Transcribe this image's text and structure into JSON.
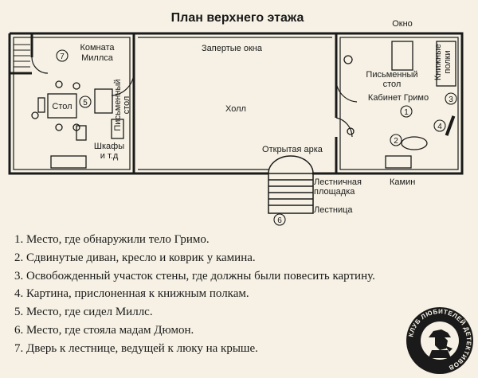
{
  "title": "План верхнего этажа",
  "labels": {
    "window": "Окно",
    "mills_room_1": "Комната",
    "mills_room_2": "Миллса",
    "locked_windows": "Запертые окна",
    "mills_desk_1": "Письменный",
    "mills_desk_2": "стол",
    "table": "Стол",
    "cabinets_1": "Шкафы",
    "cabinets_2": "и т.д",
    "hall": "Холл",
    "open_arch": "Открытая арка",
    "landing_1": "Лестничная",
    "landing_2": "площадка",
    "stairs": "Лестница",
    "grimaud_desk_1": "Письменный",
    "grimaud_desk_2": "стол",
    "bookshelves_1": "Книжные",
    "bookshelves_2": "полки",
    "grimaud_study": "Кабинет Гримо",
    "fireplace": "Камин"
  },
  "markers": [
    "1",
    "2",
    "3",
    "4",
    "5",
    "6",
    "7"
  ],
  "legend": [
    "1. Место, где обнаружили тело Гримо.",
    "2. Сдвинутые диван, кресло и коврик у камина.",
    "3. Освобожденный участок стены, где должны были повесить картину.",
    "4. Картина, прислоненная к книжным полкам.",
    "5. Место, где сидел Миллс.",
    "6. Место, где стояла мадам Дюмон.",
    "7. Дверь к лестнице, ведущей к люку на крыше."
  ],
  "stamp_text": "КЛУБ ЛЮБИТЕЛЕЙ ДЕТЕКТИВОВ"
}
